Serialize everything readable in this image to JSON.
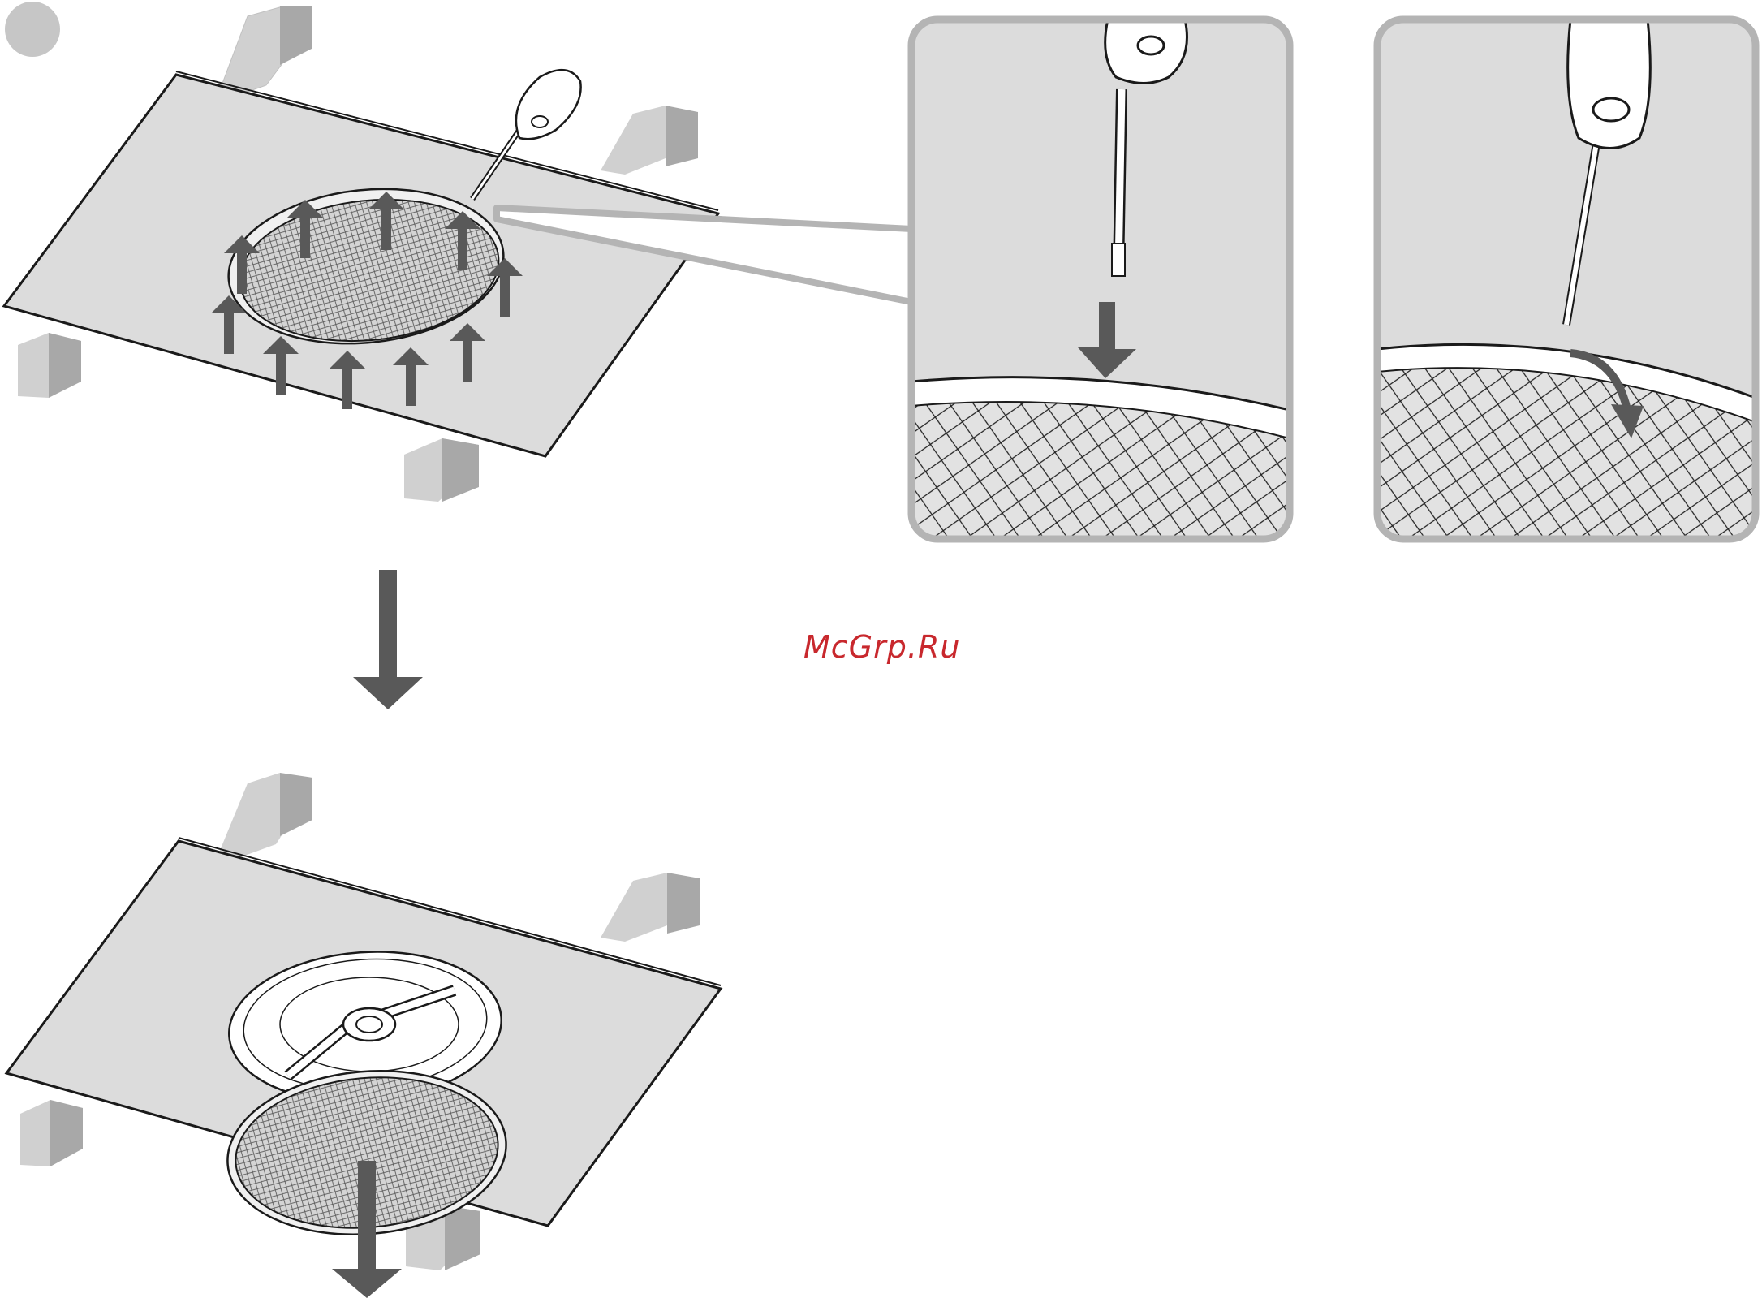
{
  "page": {
    "watermark_text": "McGrp.Ru",
    "step_marker_label": ""
  },
  "colors": {
    "panel": "#dcdcdc",
    "stroke": "#1a1a1a",
    "arrow": "#595959",
    "beam_light": "#d0d0d0",
    "beam_dark": "#a8a8a8",
    "callout_border": "#b4b4b4",
    "step_marker": "#c6c6c6",
    "watermark": "#c8282d"
  },
  "icons": {
    "step_marker": "circle-badge",
    "motion": "arrow-icon",
    "tool": "screwdriver-icon",
    "grille": "speaker-grille-icon"
  },
  "panels": [
    {
      "id": "step-1",
      "description_icons": [
        "ceiling-panel",
        "speaker-grille-icon",
        "screwdriver-icon",
        "arrow-icon"
      ]
    },
    {
      "id": "detail-1",
      "description_icons": [
        "screwdriver-icon",
        "arrow-icon",
        "mesh"
      ]
    },
    {
      "id": "detail-2",
      "description_icons": [
        "screwdriver-icon",
        "curved-arrow-icon",
        "mesh"
      ]
    },
    {
      "id": "step-2",
      "description_icons": [
        "ceiling-panel",
        "speaker-icon",
        "speaker-grille-icon",
        "arrow-icon"
      ]
    }
  ]
}
